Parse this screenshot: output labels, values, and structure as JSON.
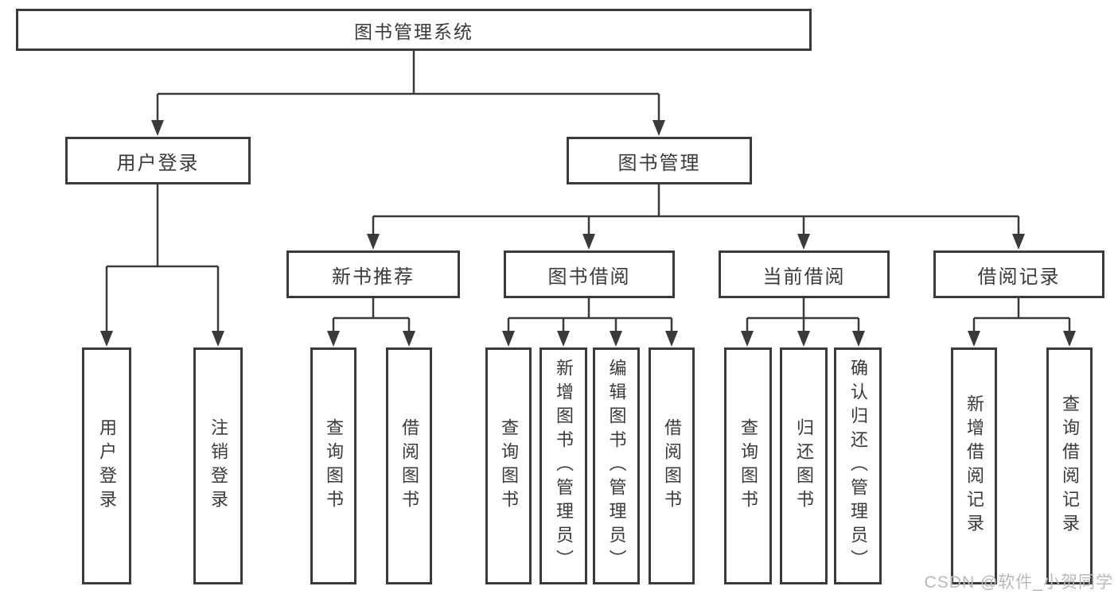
{
  "tree": {
    "label": "图书管理系统",
    "children": [
      {
        "label": "用户登录",
        "children": [
          {
            "label": "用户登录"
          },
          {
            "label": "注销登录"
          }
        ]
      },
      {
        "label": "图书管理",
        "children": [
          {
            "label": "新书推荐",
            "children": [
              {
                "label": "查询图书"
              },
              {
                "label": "借阅图书"
              }
            ]
          },
          {
            "label": "图书借阅",
            "children": [
              {
                "label": "查询图书"
              },
              {
                "label": "新增图书（管理员）"
              },
              {
                "label": "编辑图书（管理员）"
              },
              {
                "label": "借阅图书"
              }
            ]
          },
          {
            "label": "当前借阅",
            "children": [
              {
                "label": "查询图书"
              },
              {
                "label": "归还图书"
              },
              {
                "label": "确认归还（管理员）"
              }
            ]
          },
          {
            "label": "借阅记录",
            "children": [
              {
                "label": "新增借阅记录"
              },
              {
                "label": "查询借阅记录"
              }
            ]
          }
        ]
      }
    ]
  },
  "watermark": {
    "text": "CSDN @软件_小贺同学"
  },
  "colors": {
    "line": "#3a3a3a",
    "text": "#3a3a3a",
    "watermark": "#b9b9b9",
    "background": "#ffffff"
  }
}
